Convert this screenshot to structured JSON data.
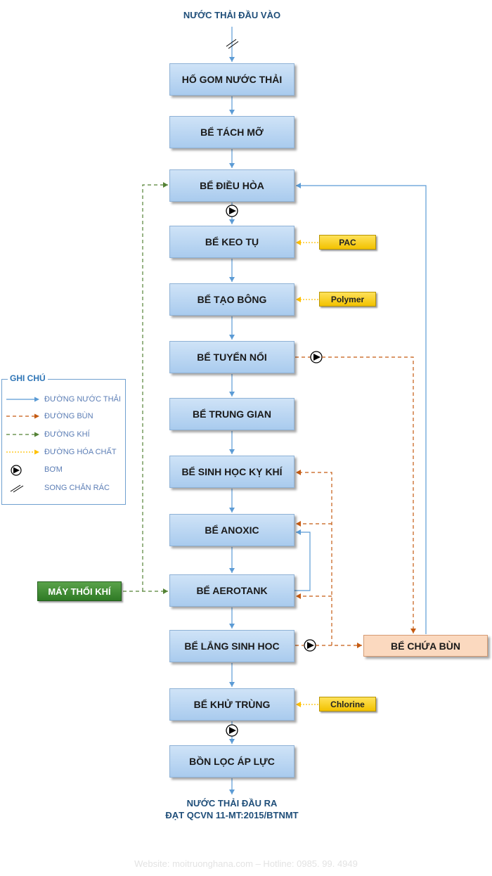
{
  "diagram": {
    "input_label": "NƯỚC THẢI ĐẦU VÀO",
    "output_label_1": "NƯỚC THẢI ĐẦU RA",
    "output_label_2": "ĐẠT QCVN 11-MT:2015/BTNMT",
    "steps": [
      "HỐ GOM NƯỚC THẢI",
      "BỂ TÁCH MỠ",
      "BỂ ĐIỀU HÒA",
      "BỂ KEO TỤ",
      "BỂ TẠO BÔNG",
      "BỂ TUYỂN NỔI",
      "BỂ TRUNG GIAN",
      "BỂ SINH HỌC KỴ KHÍ",
      "BỂ ANOXIC",
      "BỂ AEROTANK",
      "BỂ LẮNG SINH HOC",
      "BỂ KHỬ TRÙNG",
      "BỒN LỌC ÁP LỰC"
    ],
    "chemicals": {
      "pac": "PAC",
      "polymer": "Polymer",
      "chlorine": "Chlorine"
    },
    "blower": "MÁY THỔI KHÍ",
    "sludge_tank": "BỂ CHỨA BÙN"
  },
  "legend": {
    "title": "GHI CHÚ",
    "items": [
      {
        "label": "ĐƯỜNG NƯỚC THẢI",
        "color": "#5b9bd5"
      },
      {
        "label": "ĐƯỜNG BÙN",
        "color": "#c55a11"
      },
      {
        "label": "ĐƯỜNG KHÍ",
        "color": "#548235"
      },
      {
        "label": "ĐƯỜNG HÓA CHẤT",
        "color": "#ffc000"
      },
      {
        "label": "BƠM",
        "icon": "pump-icon"
      },
      {
        "label": "SONG CHẮN RÁC",
        "icon": "screen-icon"
      }
    ]
  },
  "footer": "Website: moitruonghana.com – Hotline: 0985. 99. 4949",
  "colors": {
    "water": "#5b9bd5",
    "sludge": "#c55a11",
    "air": "#548235",
    "chemical": "#ffc000"
  }
}
